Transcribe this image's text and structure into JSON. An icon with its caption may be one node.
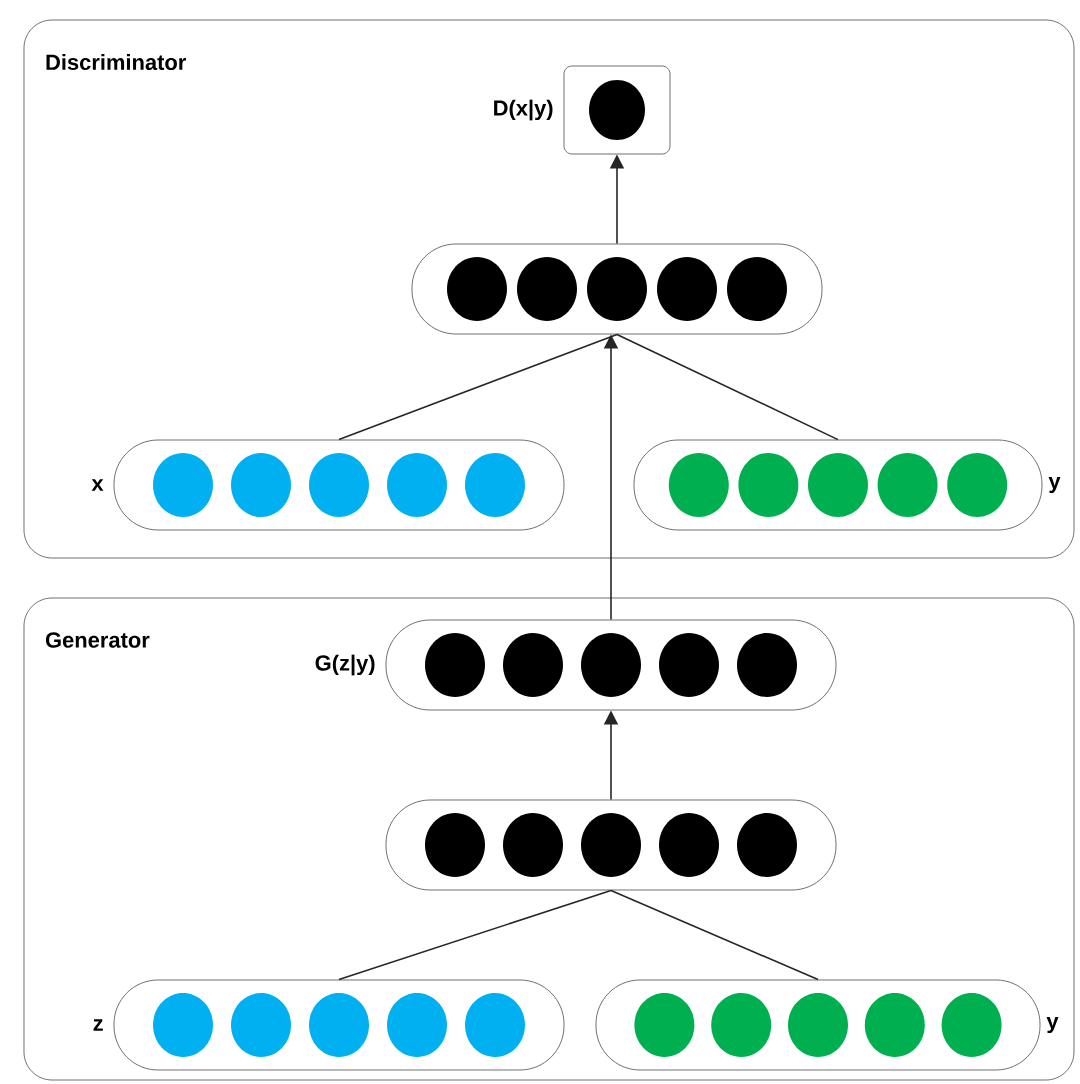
{
  "diagram": {
    "nodes": [
      {
        "text": [
          "Discriminator"
        ]
      },
      {
        "text": [
          "D(x|y)"
        ],
        "in": 0
      },
      {
        "text": [],
        "shape": "box",
        "in": 0
      },
      {
        "text": [
          "x"
        ],
        "in": 0
      },
      {
        "text": [
          "y"
        ],
        "in": 0
      },
      {
        "text": [
          "Generator"
        ]
      },
      {
        "text": [
          "G(z|y)"
        ],
        "in": 5
      },
      {
        "text": [],
        "shape": "box",
        "in": 5
      },
      {
        "text": [
          "z"
        ],
        "in": 5
      },
      {
        "text": [
          "y"
        ],
        "in": 5
      }
    ],
    "edges": [
      {
        "from": 2,
        "to": 1,
        "arrow": "to"
      },
      {
        "from": 3,
        "to": 2,
        "arrow": "none"
      },
      {
        "from": 4,
        "to": 2,
        "arrow": "none"
      },
      {
        "from": 6,
        "to": 2,
        "arrow": "to"
      },
      {
        "from": 7,
        "to": 6,
        "arrow": "to"
      },
      {
        "from": 8,
        "to": 7,
        "arrow": "none"
      },
      {
        "from": 9,
        "to": 7,
        "arrow": "none"
      }
    ]
  }
}
